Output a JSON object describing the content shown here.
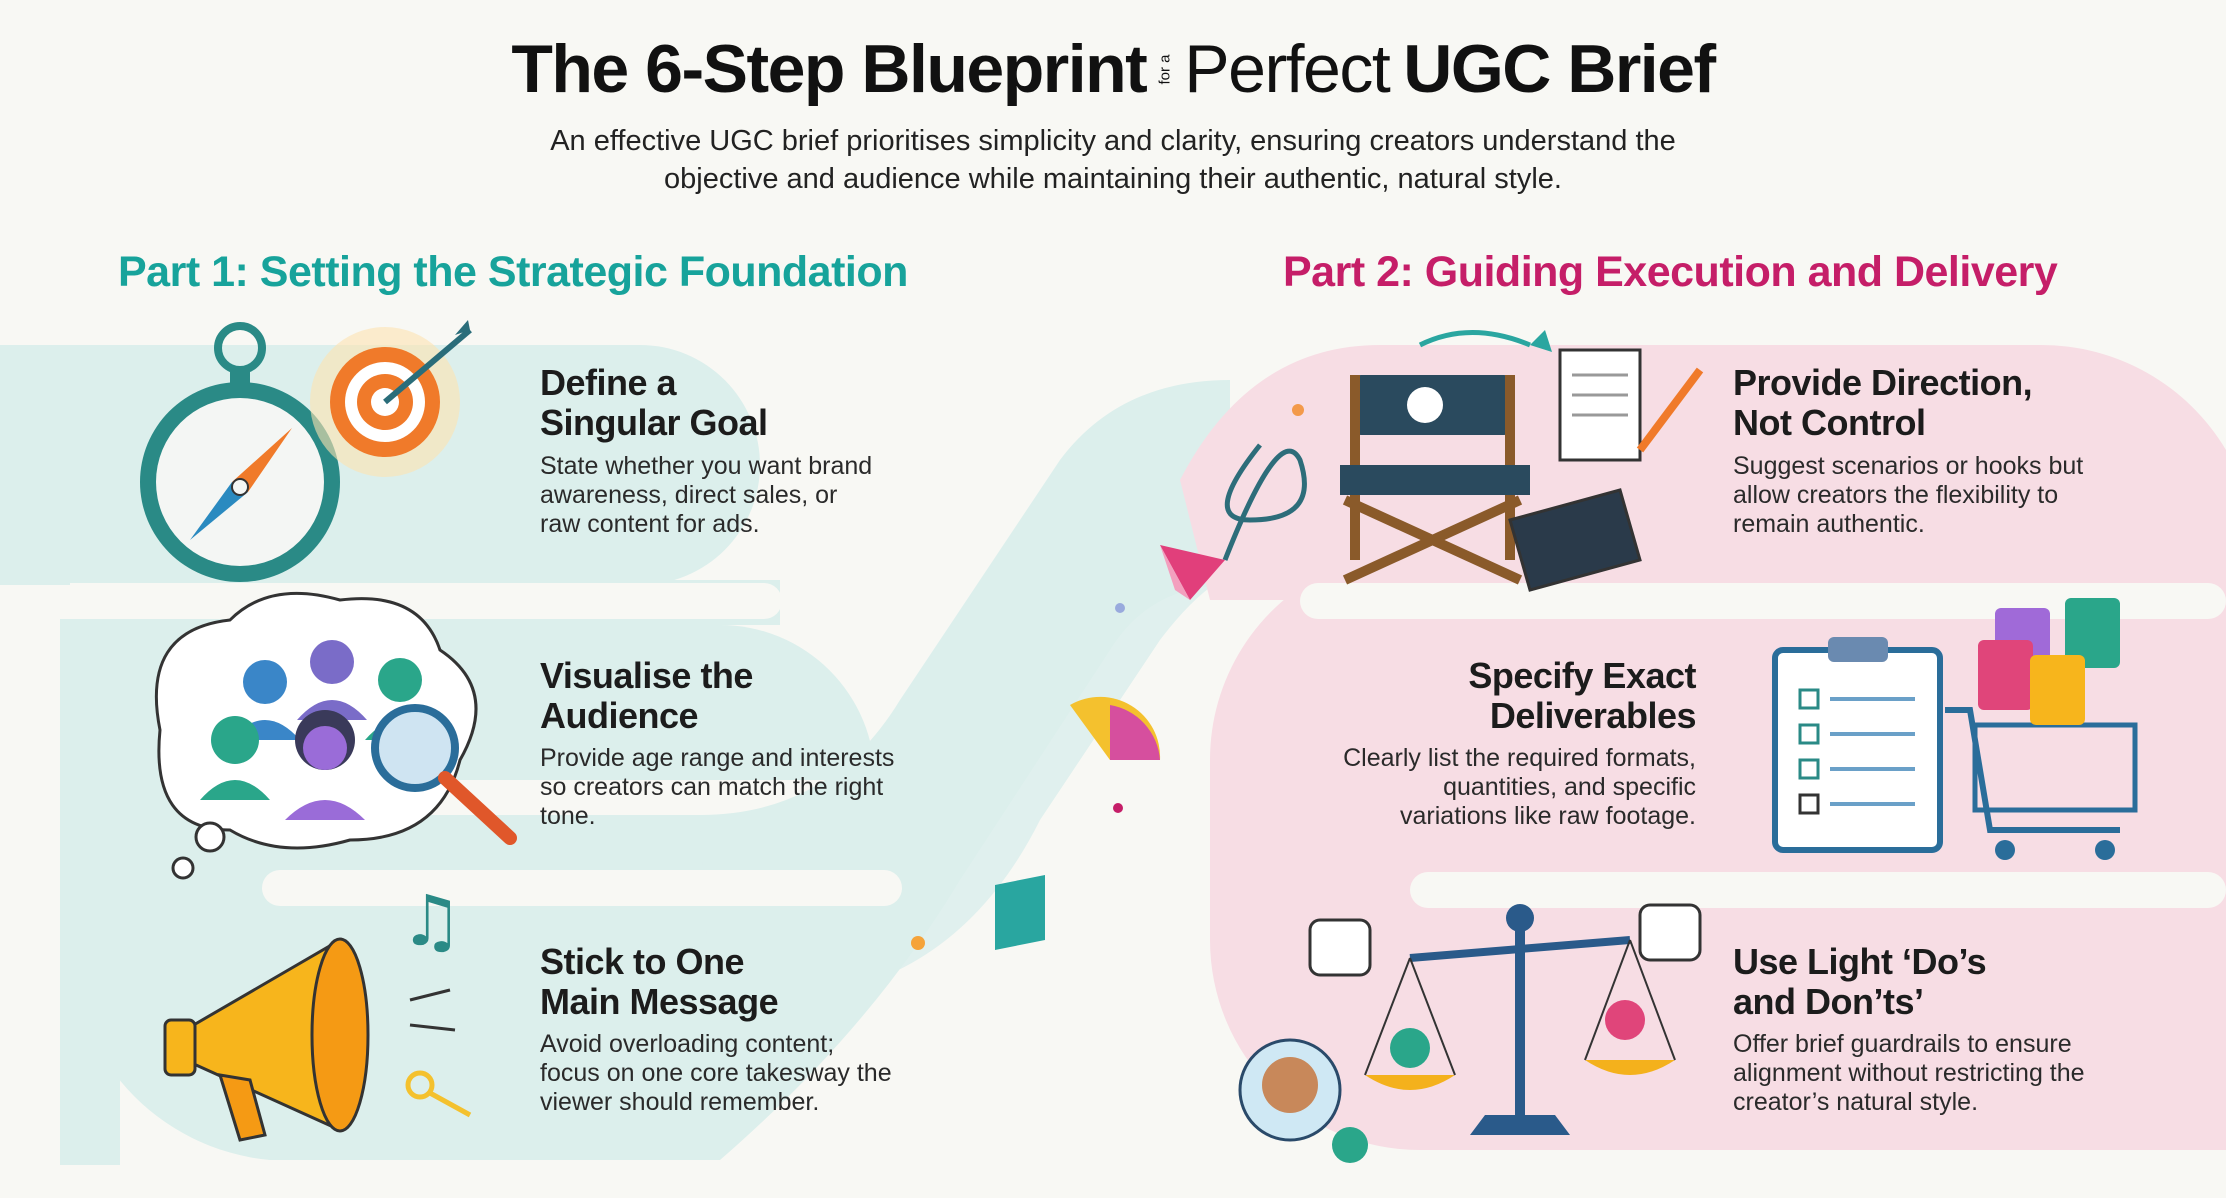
{
  "header": {
    "title_part1": "The 6-Step Blueprint",
    "title_small": "for a",
    "title_part2": "Perfect",
    "title_part3": "UGC Brief",
    "subtitle_line1": "An effective UGC brief prioritises simplicity and clarity, ensuring creators understand the",
    "subtitle_line2": "objective and audience while maintaining their authentic, natural style."
  },
  "part1": {
    "heading": "Part 1: Setting the Strategic Foundation",
    "color": "#17a39b",
    "steps": [
      {
        "title_l1": "Define a",
        "title_l2": "Singular Goal",
        "desc_l1": "State whether you want brand",
        "desc_l2": "awareness, direct sales, or",
        "desc_l3": "raw content for ads.",
        "icon": "compass-target-icon"
      },
      {
        "title_l1": "Visualise the",
        "title_l2": "Audience",
        "desc_l1": "Provide age range and interests",
        "desc_l2": "so creators can match the right",
        "desc_l3": "tone.",
        "icon": "audience-magnifier-icon"
      },
      {
        "title_l1": "Stick to One",
        "title_l2": "Main Message",
        "desc_l1": "Avoid overloading content;",
        "desc_l2": "focus on one core takesway the",
        "desc_l3": "viewer should remember.",
        "icon": "megaphone-icon"
      }
    ]
  },
  "part2": {
    "heading": "Part 2: Guiding Execution and Delivery",
    "color": "#c51e68",
    "steps": [
      {
        "title_l1": "Provide Direction,",
        "title_l2": "Not Control",
        "desc_l1": "Suggest scenarios or hooks but",
        "desc_l2": "allow creators the flexibility to",
        "desc_l3": "remain authentic.",
        "icon": "director-chair-icon"
      },
      {
        "title_l1": "Specify Exact",
        "title_l2": "Deliverables",
        "desc_l1": "Clearly list the required formats,",
        "desc_l2": "quantities, and specific",
        "desc_l3": "variations like raw footage.",
        "icon": "checklist-cart-icon"
      },
      {
        "title_l1": "Use Light ‘Do’s",
        "title_l2": "and Don’ts’",
        "desc_l1": "Offer brief guardrails to ensure",
        "desc_l2": "alignment without restricting the",
        "desc_l3": "creator’s natural style.",
        "icon": "balance-scale-icon"
      }
    ]
  },
  "colors": {
    "teal_path": "#dcefec",
    "pink_path": "#f7dde4",
    "background": "#f8f8f4"
  }
}
